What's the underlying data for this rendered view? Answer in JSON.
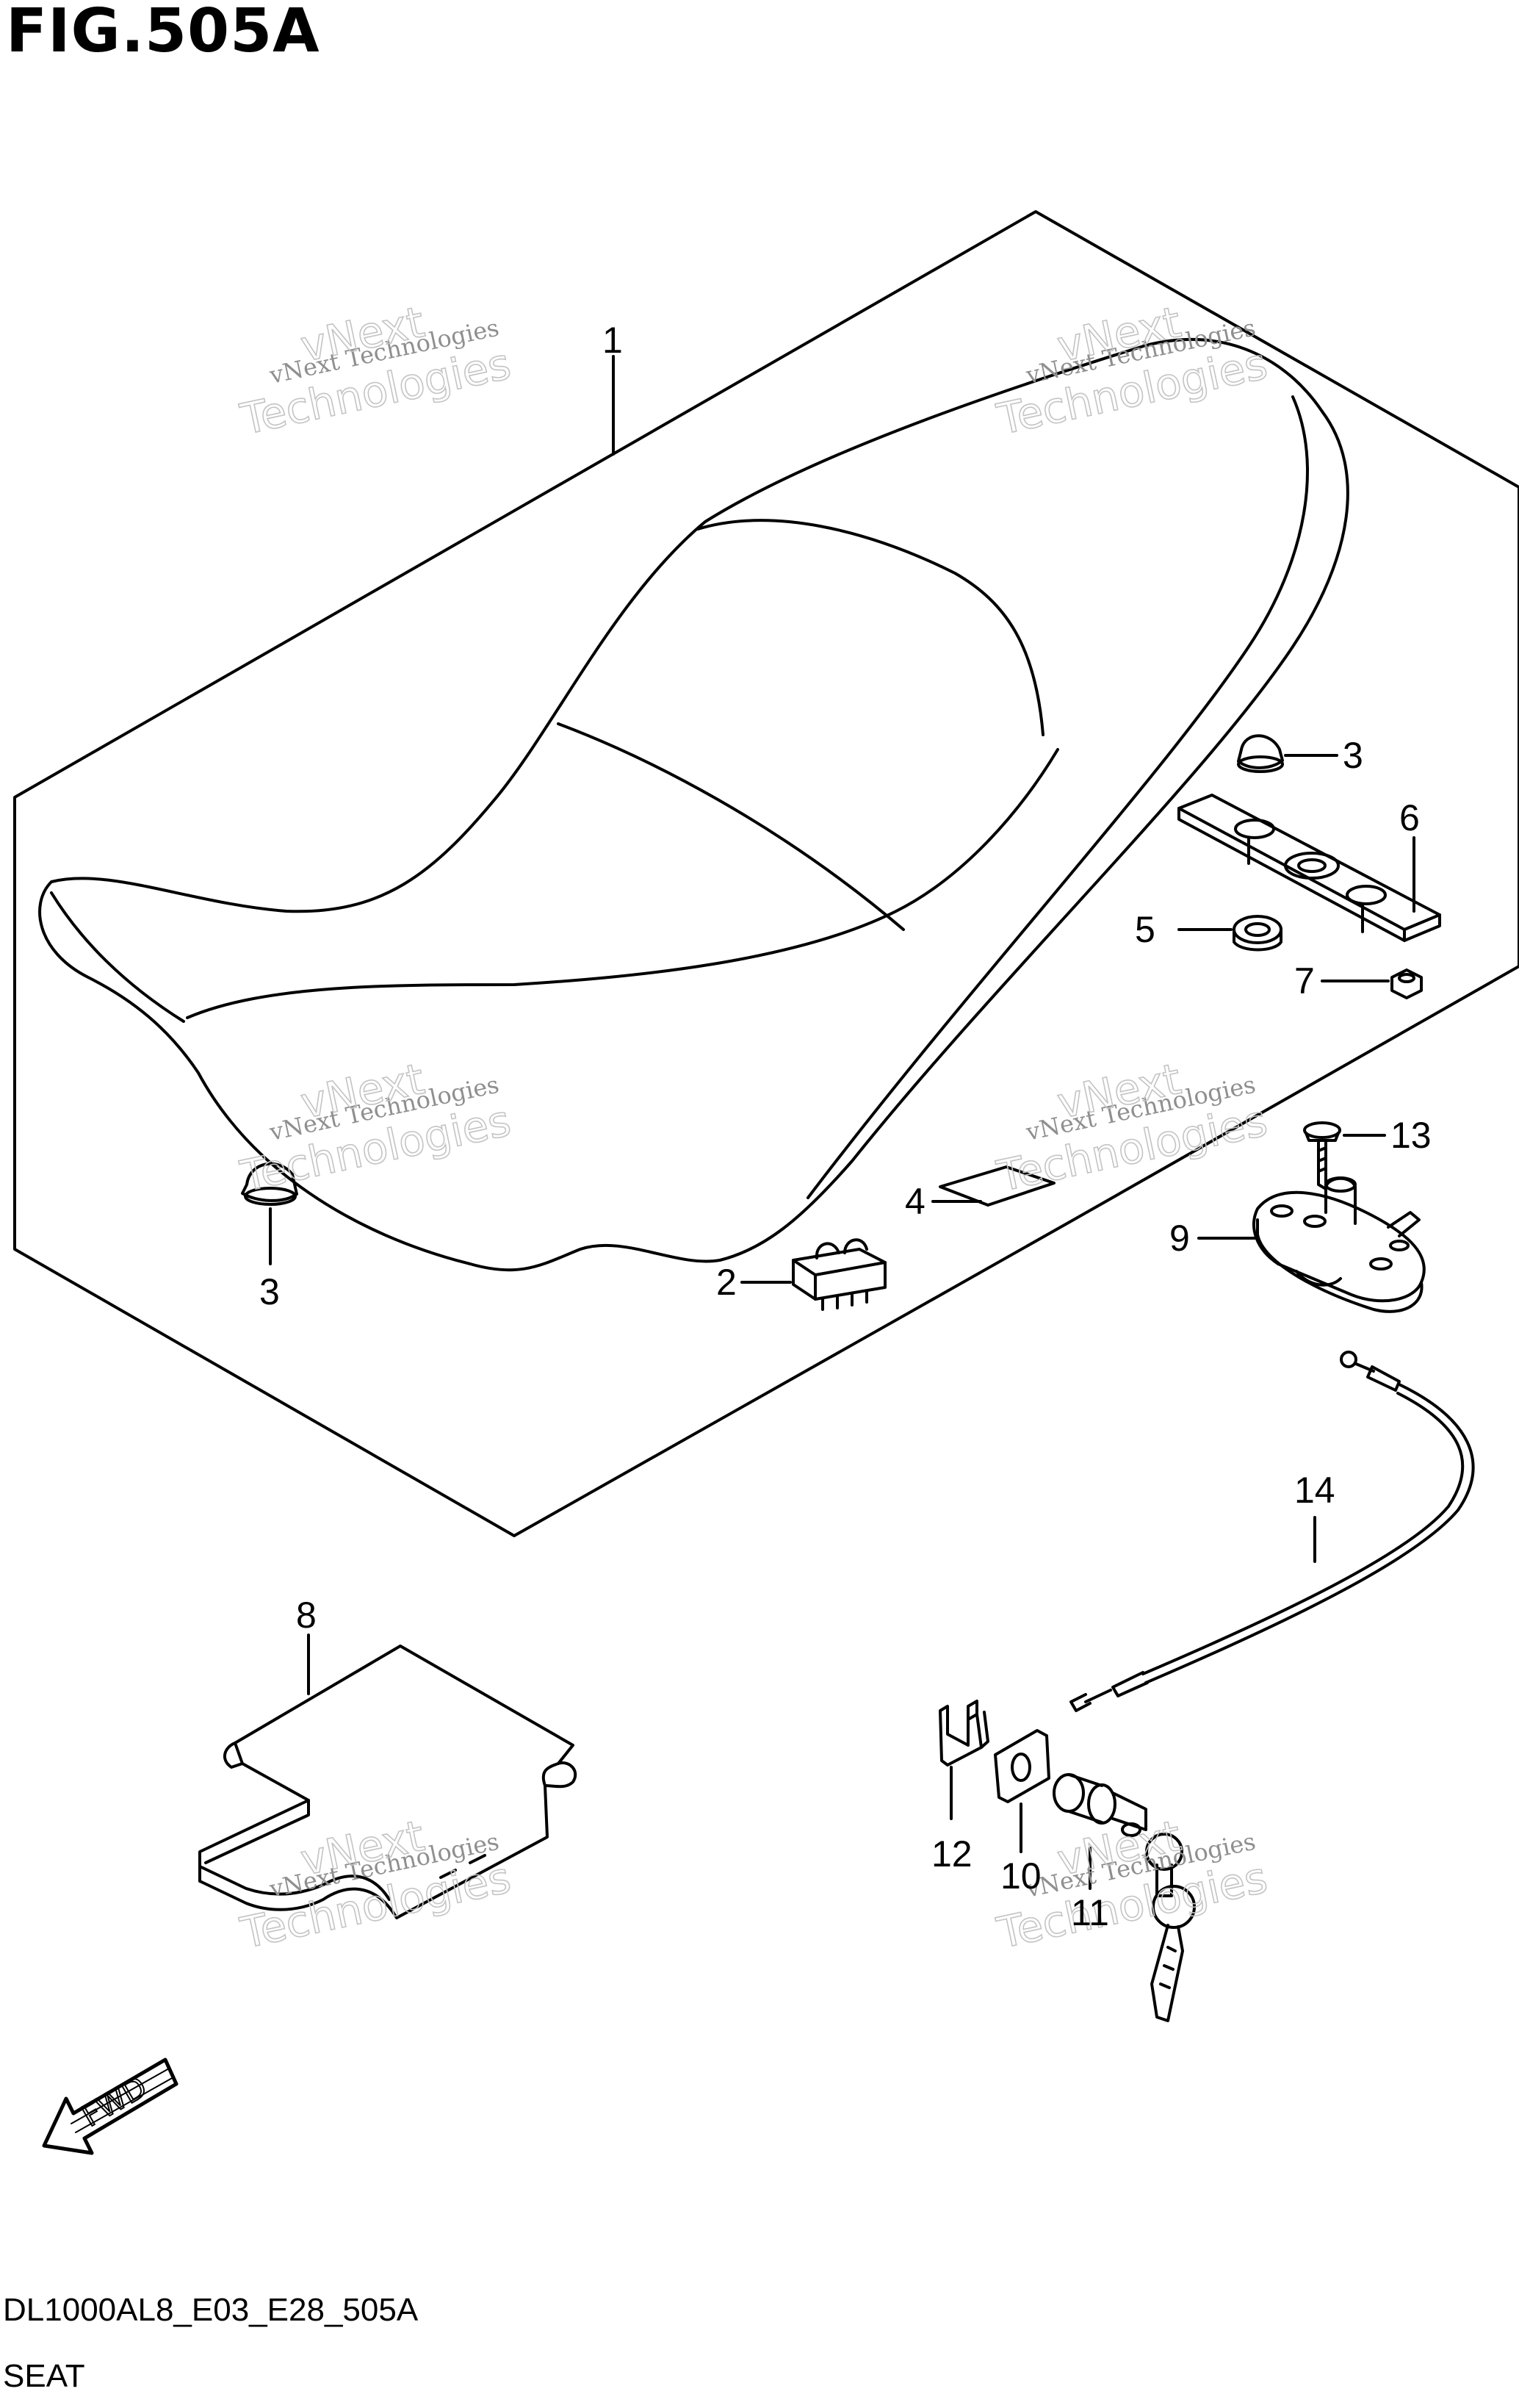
{
  "figure": {
    "title": "FIG.505A",
    "part_code": "DL1000AL8_E03_E28_505A",
    "caption": "SEAT"
  },
  "callouts": [
    "1",
    "2",
    "3",
    "3",
    "4",
    "5",
    "6",
    "7",
    "8",
    "9",
    "10",
    "11",
    "12",
    "13",
    "14"
  ],
  "orientation": "FWD",
  "watermark": {
    "line1": "vNext Technologies",
    "line2": "Technologies",
    "line3": "vNext"
  },
  "colors": {
    "line": "#000000",
    "watermark": "#9a9a9a"
  }
}
